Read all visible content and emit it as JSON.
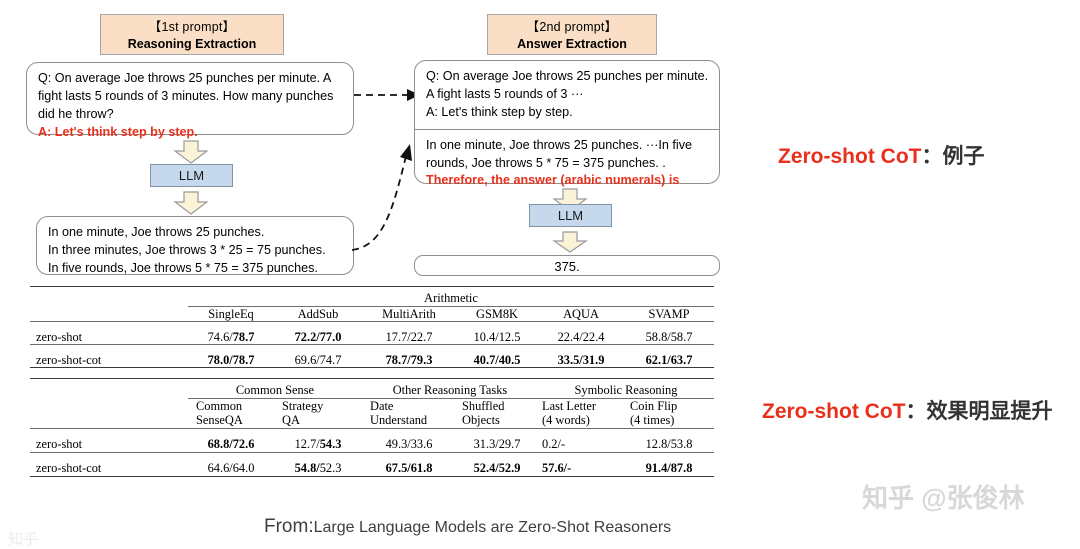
{
  "flow": {
    "prompt1": {
      "chip_line1": "【1st prompt】",
      "chip_line2": "Reasoning Extraction",
      "question": "Q: On average Joe throws 25 punches per minute.  A fight lasts 5 rounds of 3 minutes.  How many punches did he throw?",
      "answer_cue": "A: Let's think step by step.",
      "llm_label": "LLM",
      "reasoning_output": "In one minute, Joe throws 25 punches.\nIn three minutes, Joe throws 3 * 25 = 75 punches.\nIn five rounds, Joe throws 5 * 75 = 375 punches."
    },
    "prompt2": {
      "chip_line1": "【2nd prompt】",
      "chip_line2": "Answer Extraction",
      "question": "Q: On average Joe throws 25 punches per minute.  A fight lasts 5 rounds of 3 ···",
      "answer_cue": "A: Let's think step by step.",
      "reasoning": "In one minute, Joe throws 25 punches. ···In five rounds, Joe throws 5 * 75 = 375 punches. .",
      "answer_trigger": "Therefore, the answer (arabic numerals) is",
      "llm_label": "LLM",
      "final_answer": "375."
    }
  },
  "annotations": {
    "top": {
      "en": "Zero-shot CoT",
      "colon": "：",
      "cn": "例子"
    },
    "bottom": {
      "en": "Zero-shot CoT",
      "colon": "：",
      "cn": "效果明显提升"
    }
  },
  "table": {
    "row_header_blank": "",
    "section1": {
      "group": "Arithmetic",
      "columns": [
        "SingleEq",
        "AddSub",
        "MultiArith",
        "GSM8K",
        "AQUA",
        "SVAMP"
      ],
      "rows": [
        {
          "label": "zero-shot",
          "cells": [
            {
              "a": "74.6/",
              "a_bold": false,
              "b": "78.7",
              "b_bold": true
            },
            {
              "a": "72.2/",
              "a_bold": true,
              "b": "77.0",
              "b_bold": true
            },
            {
              "a": "17.7/",
              "a_bold": false,
              "b": "22.7",
              "b_bold": false
            },
            {
              "a": "10.4/",
              "a_bold": false,
              "b": "12.5",
              "b_bold": false
            },
            {
              "a": "22.4/",
              "a_bold": false,
              "b": "22.4",
              "b_bold": false
            },
            {
              "a": "58.8/",
              "a_bold": false,
              "b": "58.7",
              "b_bold": false
            }
          ]
        },
        {
          "label": "zero-shot-cot",
          "cells": [
            {
              "a": "78.0/",
              "a_bold": true,
              "b": "78.7",
              "b_bold": true
            },
            {
              "a": "69.6/",
              "a_bold": false,
              "b": "74.7",
              "b_bold": false
            },
            {
              "a": "78.7/",
              "a_bold": true,
              "b": "79.3",
              "b_bold": true
            },
            {
              "a": "40.7/",
              "a_bold": true,
              "b": "40.5",
              "b_bold": true
            },
            {
              "a": "33.5/",
              "a_bold": true,
              "b": "31.9",
              "b_bold": true
            },
            {
              "a": "62.1/",
              "a_bold": true,
              "b": "63.7",
              "b_bold": true
            }
          ]
        }
      ]
    },
    "section2": {
      "groups": [
        "Common Sense",
        "Other Reasoning Tasks",
        "Symbolic Reasoning"
      ],
      "columns": [
        {
          "l1": "Common",
          "l2": "SenseQA"
        },
        {
          "l1": "Strategy",
          "l2": "QA"
        },
        {
          "l1": "Date",
          "l2": "Understand"
        },
        {
          "l1": "Shuffled",
          "l2": "Objects"
        },
        {
          "l1": "Last Letter",
          "l2": "(4 words)"
        },
        {
          "l1": "Coin Flip",
          "l2": "(4 times)"
        }
      ],
      "rows": [
        {
          "label": "zero-shot",
          "cells": [
            {
              "a": "68.8/",
              "a_bold": true,
              "b": "72.6",
              "b_bold": true
            },
            {
              "a": "12.7/",
              "a_bold": false,
              "b": "54.3",
              "b_bold": true
            },
            {
              "a": "49.3/",
              "a_bold": false,
              "b": "33.6",
              "b_bold": false
            },
            {
              "a": "31.3/",
              "a_bold": false,
              "b": "29.7",
              "b_bold": false
            },
            {
              "a": "0.2/",
              "a_bold": false,
              "b": "-",
              "b_bold": false
            },
            {
              "a": "12.8/",
              "a_bold": false,
              "b": "53.8",
              "b_bold": false
            }
          ]
        },
        {
          "label": "zero-shot-cot",
          "cells": [
            {
              "a": "64.6/",
              "a_bold": false,
              "b": "64.0",
              "b_bold": false
            },
            {
              "a": "54.8/",
              "a_bold": true,
              "b": "52.3",
              "b_bold": false
            },
            {
              "a": "67.5/",
              "a_bold": true,
              "b": "61.8",
              "b_bold": true
            },
            {
              "a": "52.4/",
              "a_bold": true,
              "b": "52.9",
              "b_bold": true
            },
            {
              "a": "57.6/",
              "a_bold": true,
              "b": "-",
              "b_bold": true
            },
            {
              "a": "91.4/",
              "a_bold": true,
              "b": "87.8",
              "b_bold": true
            }
          ]
        }
      ]
    }
  },
  "caption": {
    "prefix": "From:",
    "title": "Large Language Models are Zero-Shot Reasoners"
  },
  "watermark": {
    "text": "知乎 @张俊林",
    "corner": "知乎"
  },
  "colors": {
    "chip_fill": "#fadfc6",
    "llm_fill": "#c6d9ec",
    "arrow_fill": "#faf3d8",
    "accent_red": "#e8301c",
    "box_border": "#8f8f8f"
  }
}
